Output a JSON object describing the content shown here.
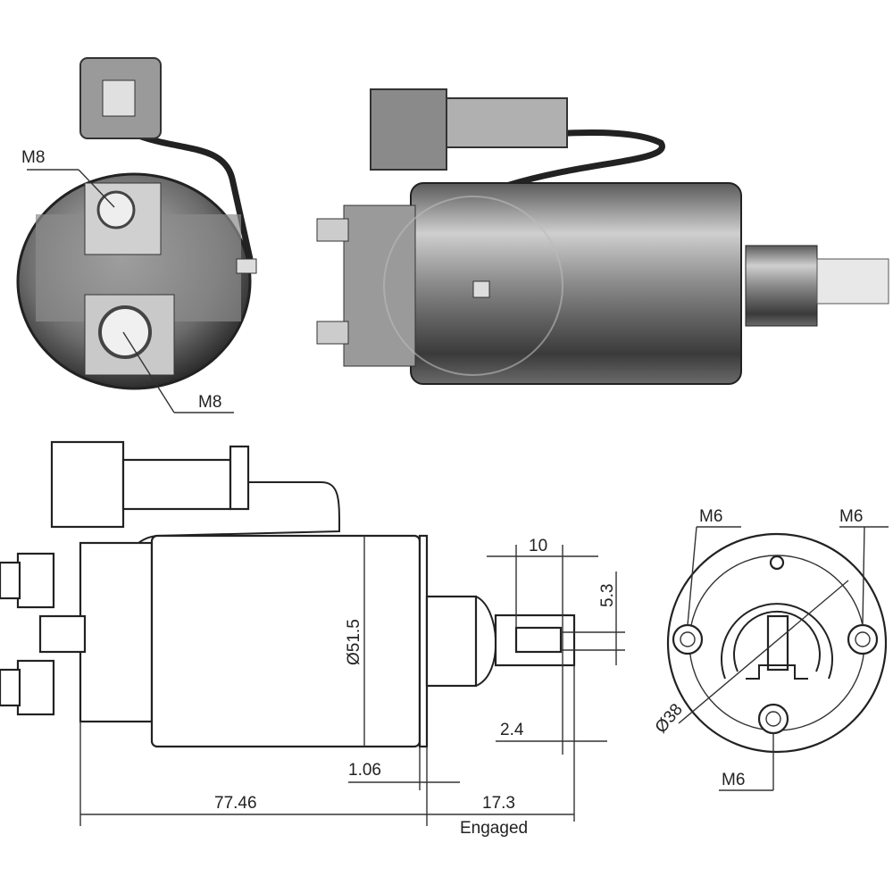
{
  "title": "Starter solenoid dimension drawing",
  "labels": {
    "top_terminal": "M8",
    "bottom_terminal": "M8",
    "body_diameter": "Ø51.5",
    "plunger_width": "10",
    "plunger_height": "5.3",
    "plunger_offset": "2.4",
    "flange_thickness": "1.06",
    "body_length": "77.46",
    "engaged_travel": "17.3",
    "engaged_caption": "Engaged",
    "mount_left": "M6",
    "mount_right": "M6",
    "mount_bottom": "M6",
    "bolt_circle": "Ø38"
  },
  "colors": {
    "line": "#222222",
    "metal_light": "#d8d8d8",
    "metal_dark": "#4a4a4a"
  }
}
